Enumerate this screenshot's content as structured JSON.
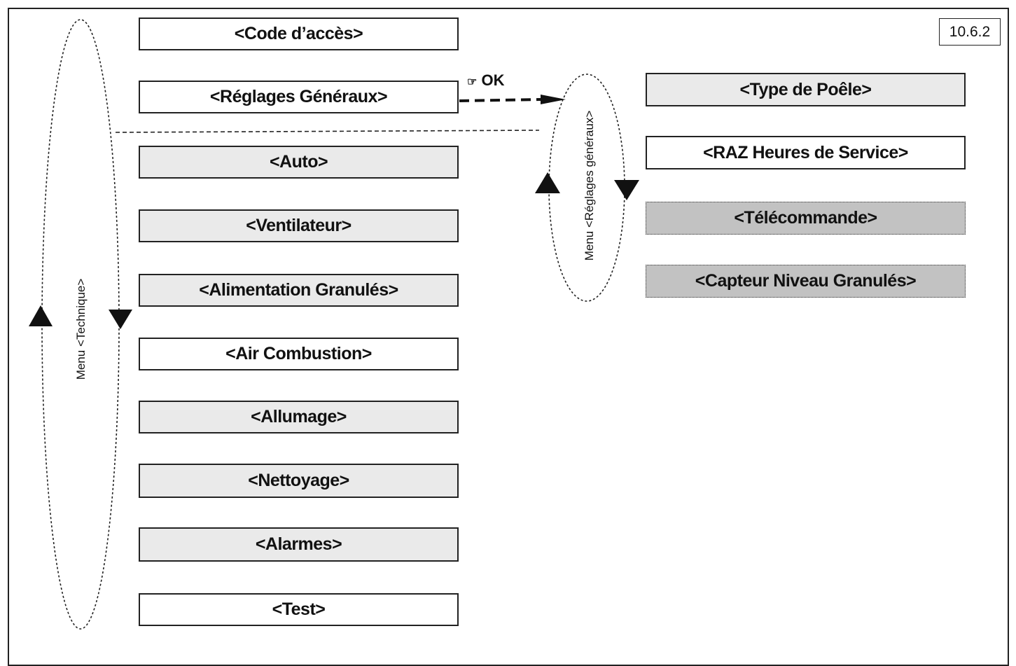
{
  "figure_ref": "10.6.2",
  "menu_technique": {
    "label": "Menu <Technique>",
    "items": [
      {
        "label": "<Code d’accès>",
        "style": "white"
      },
      {
        "label": "<Réglages Généraux>",
        "style": "white"
      },
      {
        "label": "<Auto>",
        "style": "light"
      },
      {
        "label": "<Ventilateur>",
        "style": "light"
      },
      {
        "label": "<Alimentation Granulés>",
        "style": "light"
      },
      {
        "label": "<Air Combustion>",
        "style": "white"
      },
      {
        "label": "<Allumage>",
        "style": "light"
      },
      {
        "label": "<Nettoyage>",
        "style": "light"
      },
      {
        "label": "<Alarmes>",
        "style": "light"
      },
      {
        "label": "<Test>",
        "style": "white"
      }
    ]
  },
  "ok_label": "OK",
  "ok_icon": "pointing-hand-icon",
  "menu_reglages": {
    "label": "Menu <Réglages généraux>",
    "items": [
      {
        "label": "<Type de Poêle>",
        "style": "light"
      },
      {
        "label": "<RAZ Heures de Service>",
        "style": "white"
      },
      {
        "label": "<Télécommande>",
        "style": "dark"
      },
      {
        "label": "<Capteur Niveau Granulés>",
        "style": "dark"
      }
    ]
  },
  "colors": {
    "stroke": "#222222",
    "light_fill": "#eaeaea",
    "dark_fill": "#c2c2c2"
  }
}
